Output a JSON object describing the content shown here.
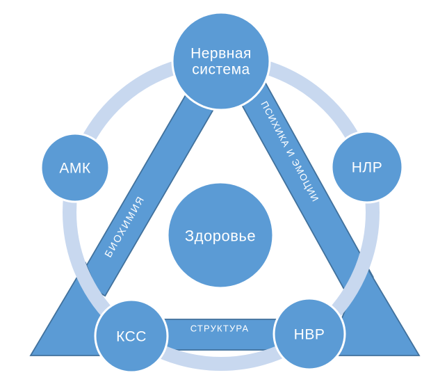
{
  "diagram": {
    "nodes": {
      "top": {
        "line1": "Нервная",
        "line2": "система"
      },
      "left": {
        "label": "АМК"
      },
      "right": {
        "label": "НЛР"
      },
      "bottom_left": {
        "label": "КСС"
      },
      "bottom_right": {
        "label": "НВР"
      },
      "center": {
        "label": "Здоровье"
      }
    },
    "edges": {
      "left": {
        "label": "БИОХИМИЯ"
      },
      "right": {
        "label": "ПСИХИКА И ЭМОЦИИ"
      },
      "bottom": {
        "label": "СТРУКТУРА"
      }
    },
    "colors": {
      "shape_fill": "#5B9BD5",
      "shape_border": "#41719C",
      "ring": "#C8D8EF",
      "circle_border": "#FFFFFF",
      "label": "#FFFFFF",
      "background": "#FFFFFF"
    }
  }
}
